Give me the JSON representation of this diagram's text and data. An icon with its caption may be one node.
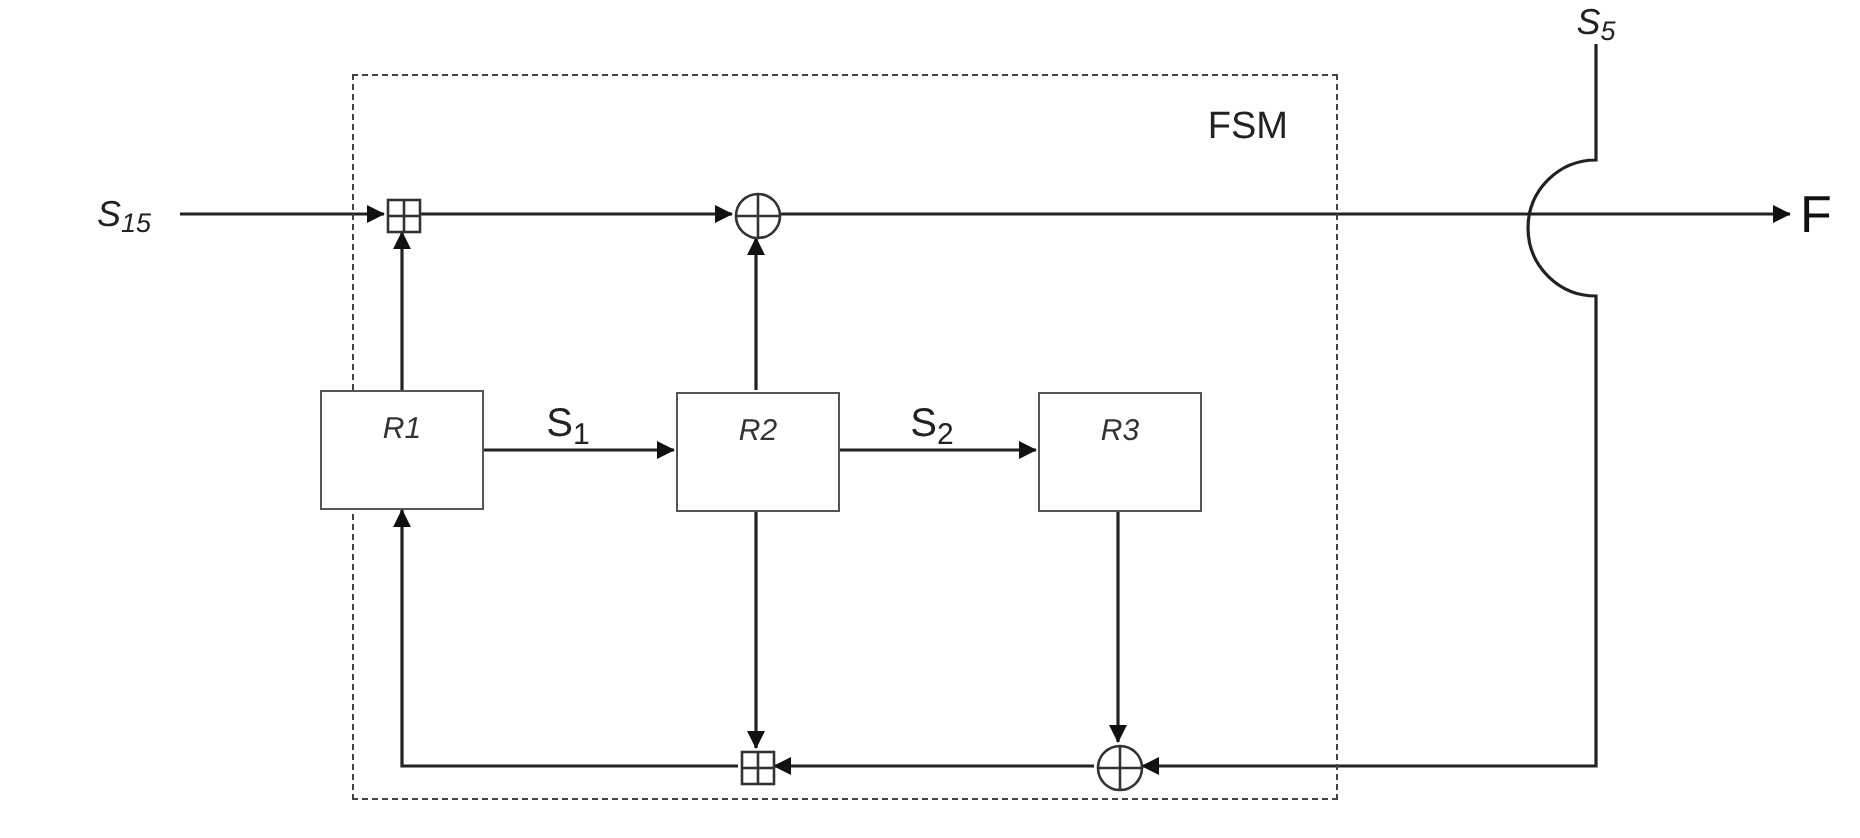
{
  "diagram": {
    "nodes": [
      {
        "text": [
          "FSM"
        ]
      },
      {
        "text": [
          "S$_{15}$"
        ]
      },
      {
        "text": [],
        "shape": "box",
        "in": 0
      },
      {
        "text": [],
        "shape": "circle",
        "in": 0
      },
      {
        "text": [
          "R1"
        ]
      },
      {
        "text": [
          "R2"
        ],
        "in": 0
      },
      {
        "text": [
          "R3"
        ],
        "in": 0
      },
      {
        "text": [],
        "shape": "box",
        "in": 0
      },
      {
        "text": [],
        "shape": "circle",
        "in": 0
      },
      {
        "text": [
          "S$_{5}$"
        ]
      },
      {
        "text": [
          "F"
        ]
      }
    ],
    "edges": [
      {
        "from": 1,
        "to": 2,
        "arrow": "to"
      },
      {
        "from": 2,
        "to": 3,
        "arrow": "to"
      },
      {
        "from": 4,
        "to": 2,
        "arrow": "to"
      },
      {
        "from": 5,
        "to": 3,
        "arrow": "to"
      },
      {
        "from": 3,
        "to": 10,
        "arrow": "to"
      },
      {
        "from": 4,
        "to": 5,
        "arrow": "to",
        "label": "S$_{1}$"
      },
      {
        "from": 5,
        "to": 6,
        "arrow": "to",
        "label": "S$_{2}$"
      },
      {
        "from": 5,
        "to": 7,
        "arrow": "to"
      },
      {
        "from": 6,
        "to": 8,
        "arrow": "to"
      },
      {
        "from": 8,
        "to": 7,
        "arrow": "to"
      },
      {
        "from": 7,
        "to": 4,
        "arrow": "to"
      },
      {
        "from": 9,
        "to": 8,
        "arrow": "to"
      }
    ]
  }
}
